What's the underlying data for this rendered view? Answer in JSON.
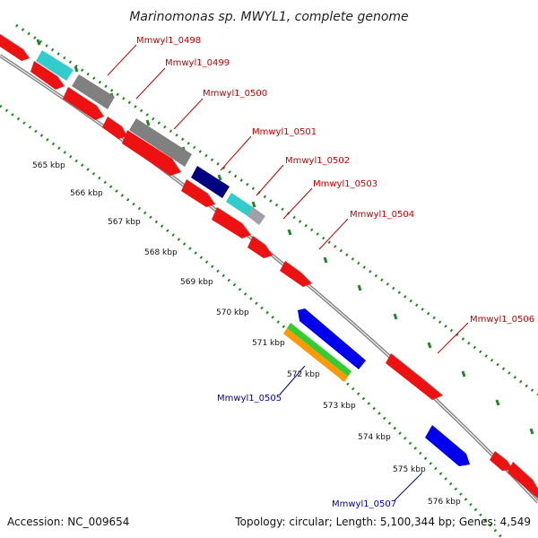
{
  "title": "Marinomonas sp. MWYL1, complete genome",
  "footer": {
    "accession": "Accession: NC_009654",
    "summary": "Topology: circular; Length: 5,100,344 bp; Genes: 4,549"
  },
  "colors": {
    "forward_label": "#cc0000",
    "reverse_label": "#0000bb",
    "backbone": "#888888",
    "tick_marks": "#228822"
  },
  "kbp_labels": [
    "565 kbp",
    "566 kbp",
    "567 kbp",
    "568 kbp",
    "569 kbp",
    "570 kbp",
    "571 kbp",
    "572 kbp",
    "573 kbp",
    "574 kbp",
    "575 kbp",
    "576 kbp"
  ],
  "gene_labels": {
    "g0498": "Mmwyl1_0498",
    "g0499": "Mmwyl1_0499",
    "g0500": "Mmwyl1_0500",
    "g0501": "Mmwyl1_0501",
    "g0502": "Mmwyl1_0502",
    "g0503": "Mmwyl1_0503",
    "g0504": "Mmwyl1_0504",
    "g0505": "Mmwyl1_0505",
    "g0506": "Mmwyl1_0506",
    "g0507": "Mmwyl1_0507"
  }
}
